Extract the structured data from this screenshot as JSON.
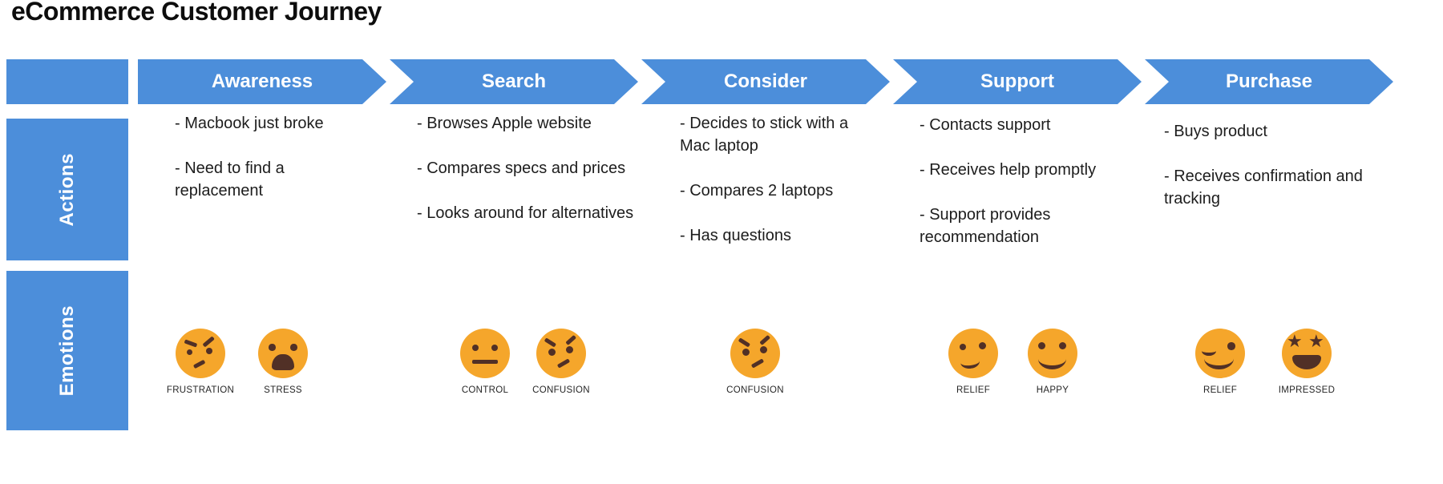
{
  "title": "eCommerce Customer Journey",
  "colors": {
    "primary": "#4C8EDA",
    "emoji_face": "#F5A62B",
    "emoji_features": "#513026",
    "body_text": "#1D1D1D"
  },
  "emoji": {
    "star_glyph": "★"
  },
  "sidebar": {
    "rows": [
      {
        "label": ""
      },
      {
        "label": "Actions"
      },
      {
        "label": "Emotions"
      }
    ]
  },
  "stages": [
    {
      "name": "Awareness",
      "actions": [
        "- Macbook just broke",
        "- Need to find a replacement"
      ],
      "emotions": [
        {
          "label": "FRUSTRATION",
          "face": "angry"
        },
        {
          "label": "STRESS",
          "face": "shocked"
        }
      ]
    },
    {
      "name": "Search",
      "actions": [
        "- Browses Apple website",
        "- Compares specs and prices",
        "- Looks around for alternatives"
      ],
      "emotions": [
        {
          "label": "CONTROL",
          "face": "neutral"
        },
        {
          "label": "CONFUSION",
          "face": "confused"
        }
      ]
    },
    {
      "name": "Consider",
      "actions": [
        "- Decides to stick with a Mac laptop",
        "- Compares 2 laptops",
        "- Has questions"
      ],
      "emotions": [
        {
          "label": "CONFUSION",
          "face": "confused"
        }
      ]
    },
    {
      "name": "Support",
      "actions": [
        "- Contacts support",
        "- Receives help promptly",
        "- Support provides recommendation"
      ],
      "emotions": [
        {
          "label": "RELIEF",
          "face": "smile"
        },
        {
          "label": "HAPPY",
          "face": "grin"
        }
      ]
    },
    {
      "name": "Purchase",
      "actions": [
        "- Buys product",
        "- Receives confirmation and tracking"
      ],
      "emotions": [
        {
          "label": "RELIEF",
          "face": "wink"
        },
        {
          "label": "IMPRESSED",
          "face": "star-struck"
        }
      ]
    }
  ]
}
